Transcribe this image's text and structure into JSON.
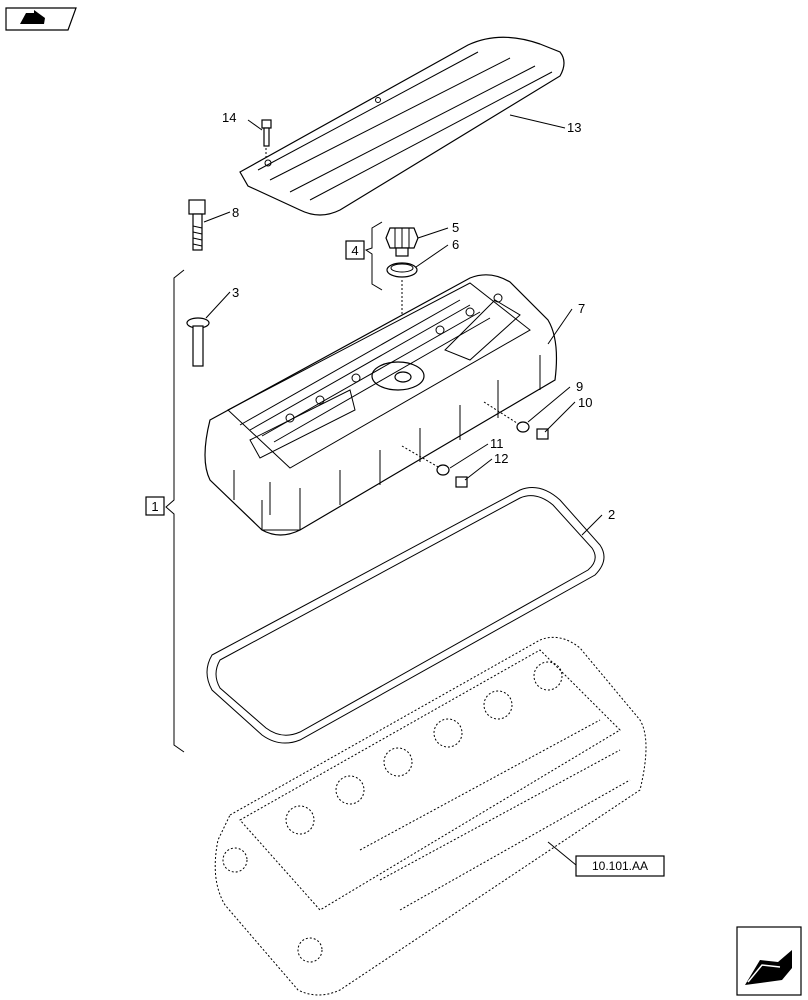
{
  "callouts": {
    "c1": "1",
    "c2": "2",
    "c3": "3",
    "c4": "4",
    "c5": "5",
    "c6": "6",
    "c7": "7",
    "c8": "8",
    "c9": "9",
    "c10": "10",
    "c11": "11",
    "c12": "12",
    "c13": "13",
    "c14": "14"
  },
  "reference_box": "10.101.AA",
  "icons": {
    "prev": "previous-page-icon",
    "next": "next-page-icon"
  }
}
